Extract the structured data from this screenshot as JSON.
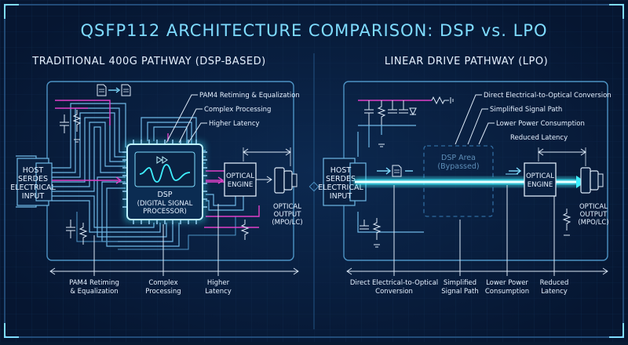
{
  "title": "QSFP112 ARCHITECTURE COMPARISON: DSP vs. LPO",
  "left": {
    "heading": "TRADITIONAL 400G PATHWAY (DSP-BASED)",
    "host": [
      "HOST",
      "SERDES",
      "ELECTRICAL",
      "INPUT"
    ],
    "dsp": [
      "DSP",
      "(DIGITAL SIGNAL",
      "PROCESSOR)"
    ],
    "engine": [
      "OPTICAL",
      "ENGINE"
    ],
    "output": [
      "OPTICAL",
      "OUTPUT",
      "(MPO/LC)"
    ],
    "callouts": [
      "PAM4 Retiming & Equalization",
      "Complex Processing",
      "Higher Latency"
    ],
    "bottom": [
      [
        "PAM4 Retiming",
        "& Equalization"
      ],
      [
        "Complex",
        "Processing"
      ],
      [
        "Higher",
        "Latency"
      ]
    ]
  },
  "right": {
    "heading": "LINEAR DRIVE PATHWAY (LPO)",
    "host": [
      "HOST",
      "SERDES",
      "ELECTRICAL",
      "INPUT"
    ],
    "dsp_area": [
      "DSP Area",
      "(Bypassed)"
    ],
    "engine": [
      "OPTICAL",
      "ENGINE"
    ],
    "output": [
      "OPTICAL",
      "OUTPUT",
      "(MPO/LC)"
    ],
    "callouts": [
      "Direct Electrical-to-Optical Conversion",
      "Simplified Signal Path",
      "Lower Power Consumption",
      "Reduced Latency"
    ],
    "bottom": [
      [
        "Direct Electrical-to-Optical",
        "Conversion"
      ],
      [
        "Simplified",
        "Signal Path"
      ],
      [
        "Lower Power",
        "Consumption"
      ],
      [
        "Reduced",
        "Latency"
      ]
    ]
  },
  "colors": {
    "background": "#071a33",
    "accent": "#7fdcff",
    "beam": "#3ff0ff",
    "pink": "#e040c8"
  }
}
